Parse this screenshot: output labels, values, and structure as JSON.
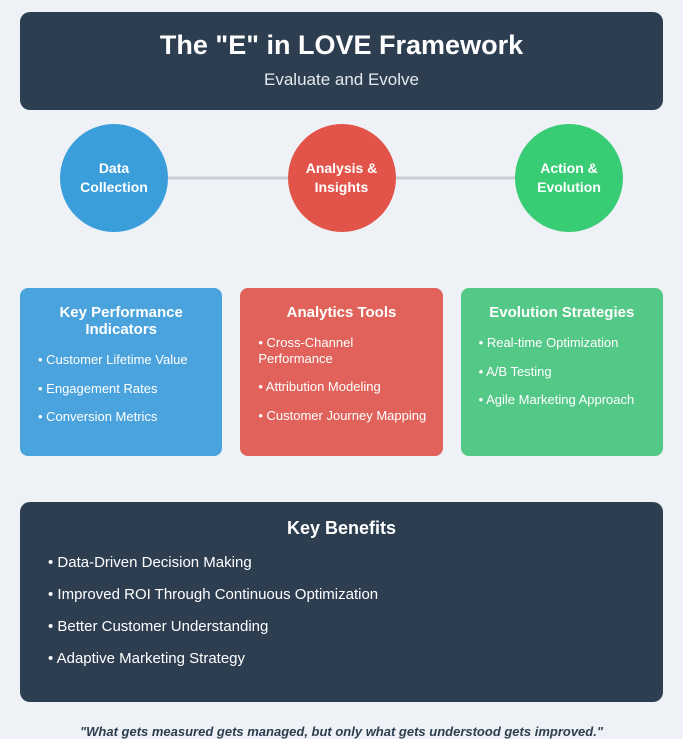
{
  "header": {
    "title": "The \"E\" in LOVE Framework",
    "subtitle": "Evaluate and Evolve"
  },
  "stages": [
    {
      "label": "Data Collection",
      "color": "#3a9edb"
    },
    {
      "label": "Analysis & Insights",
      "color": "#e2544a"
    },
    {
      "label": "Action & Evolution",
      "color": "#38cc74"
    }
  ],
  "cards": [
    {
      "title": "Key Performance Indicators",
      "color": "#4aa3dd",
      "items": [
        "Customer Lifetime Value",
        "Engagement Rates",
        "Conversion Metrics"
      ]
    },
    {
      "title": "Analytics Tools",
      "color": "#e0625a",
      "items": [
        "Cross-Channel Performance",
        "Attribution Modeling",
        "Customer Journey Mapping"
      ]
    },
    {
      "title": "Evolution Strategies",
      "color": "#54c987",
      "items": [
        "Real-time Optimization",
        "A/B Testing",
        "Agile Marketing Approach"
      ]
    }
  ],
  "benefits": {
    "title": "Key Benefits",
    "items": [
      "Data-Driven Decision Making",
      "Improved ROI Through Continuous Optimization",
      "Better Customer Understanding",
      "Adaptive Marketing Strategy"
    ]
  },
  "quote": "\"What gets measured gets managed, but only what gets understood gets improved.\""
}
